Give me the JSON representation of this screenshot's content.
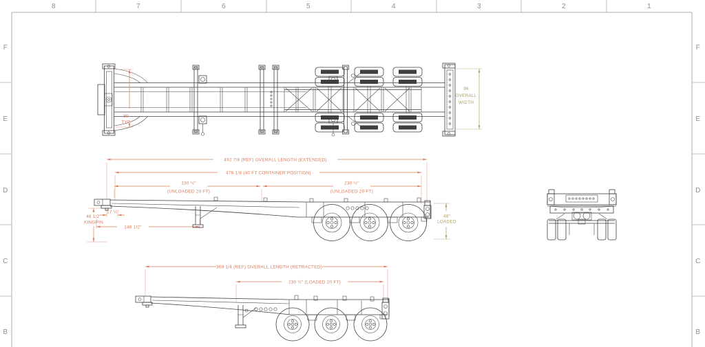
{
  "sheet": {
    "zone_columns": [
      "8",
      "7",
      "6",
      "5",
      "4",
      "3",
      "2",
      "1"
    ],
    "zone_rows": [
      "F",
      "E",
      "D",
      "C",
      "B"
    ]
  },
  "colors": {
    "dimension_orange": "#dc7b58",
    "reference_olive": "#ab9d62",
    "drawing_line": "#3f3f3f",
    "border_gray": "#aeaeae"
  },
  "plan_view": {
    "typ_dim": {
      "value": "89",
      "label": "TYP"
    },
    "width_dim": {
      "value": "96",
      "label_line2": "OVERALL",
      "label_line3": "WIDTH"
    }
  },
  "side_view_extended": {
    "overall_length": "492 7/8 (REF) OVERALL LENGTH (EXTENDED)",
    "container_position": "476 1/8 (40 FT CONTAINER POSITION)",
    "front_20ft": {
      "value": "230 ½\"",
      "label": "(UNLOADED 20 FT)"
    },
    "rear_20ft": {
      "value": "230 ½\"",
      "label": "(UNLOADED 20 FT)"
    },
    "kingpin_height": {
      "value": "46 1/2\"",
      "label": "KINGPIN"
    },
    "kingpin_setback": "17 ½\"",
    "landing_gear_distance": "146 1/2\"",
    "deck_height": {
      "value": "48\"",
      "label": "LOADED"
    }
  },
  "side_view_retracted": {
    "overall_length": "369 1/4 (REF) OVERALL LENGTH (RETRACTED)",
    "loaded_20ft": "230 ½\" (LOADED 20 FT)"
  }
}
